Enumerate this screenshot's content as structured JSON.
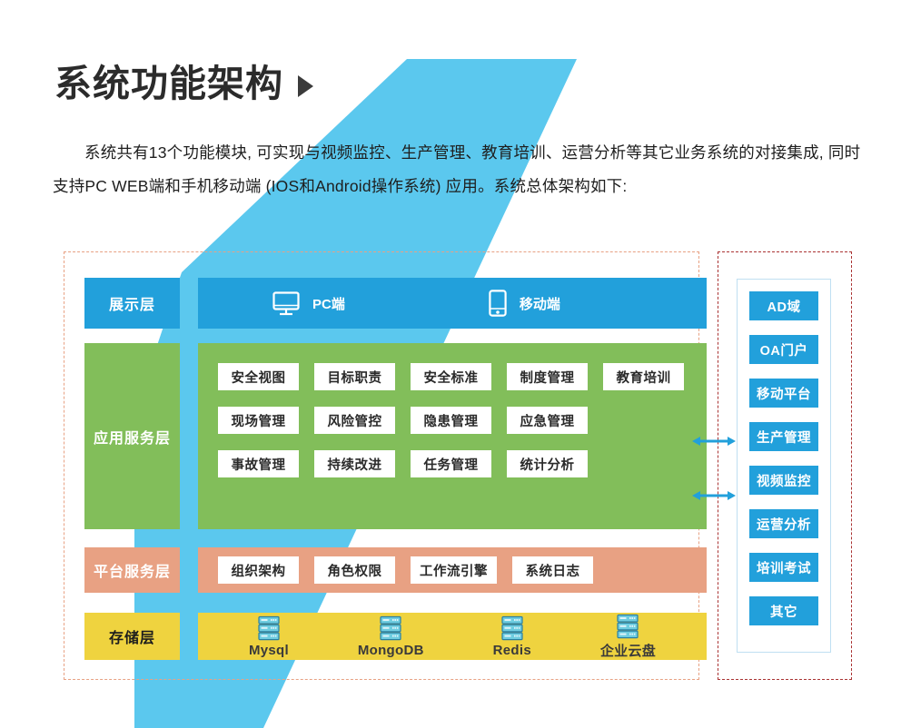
{
  "header": {
    "title": "系统功能架构",
    "arrow_icon": "triangle-right-icon"
  },
  "intro": {
    "text": "系统共有13个功能模块, 可实现与视频监控、生产管理、教育培训、运营分析等其它业务系统的对接集成, 同时支持PC WEB端和手机移动端 (IOS和Android操作系统) 应用。系统总体架构如下:"
  },
  "colors": {
    "cyan_band": "#5bc8ee",
    "presentation": "#22a0db",
    "application": "#82be5a",
    "platform": "#e8a183",
    "storage": "#efd33f",
    "module_box": "#ffffff",
    "panel_dash_left": "#e8a183",
    "panel_dash_right": "#aa3333",
    "external_box": "#22a0db",
    "arrow": "#22a0db"
  },
  "architecture": {
    "layers": [
      {
        "name": "presentation",
        "label": "展示层",
        "clients": [
          {
            "icon": "monitor-icon",
            "label": "PC端"
          },
          {
            "icon": "mobile-phone-icon",
            "label": "移动端"
          }
        ]
      },
      {
        "name": "application",
        "label": "应用服务层",
        "rows": [
          [
            "安全视图",
            "目标职责",
            "安全标准",
            "制度管理",
            "教育培训"
          ],
          [
            "现场管理",
            "风险管控",
            "隐患管理",
            "应急管理"
          ],
          [
            "事故管理",
            "持续改进",
            "任务管理",
            "统计分析"
          ]
        ]
      },
      {
        "name": "platform",
        "label": "平台服务层",
        "modules": [
          "组织架构",
          "角色权限",
          "工作流引擎",
          "系统日志"
        ]
      },
      {
        "name": "storage",
        "label": "存储层",
        "databases": [
          {
            "icon": "server-stack-icon",
            "label": "Mysql"
          },
          {
            "icon": "server-stack-icon",
            "label": "MongoDB"
          },
          {
            "icon": "server-stack-icon",
            "label": "Redis"
          },
          {
            "icon": "server-stack-icon",
            "label": "企业云盘"
          }
        ]
      }
    ]
  },
  "external_systems": {
    "items": [
      "AD域",
      "OA门户",
      "移动平台",
      "生产管理",
      "视频监控",
      "运营分析",
      "培训考试",
      "其它"
    ]
  },
  "connectors": [
    {
      "name": "arrow-top",
      "icon": "double-arrow-horizontal-icon"
    },
    {
      "name": "arrow-bottom",
      "icon": "double-arrow-horizontal-icon"
    }
  ]
}
